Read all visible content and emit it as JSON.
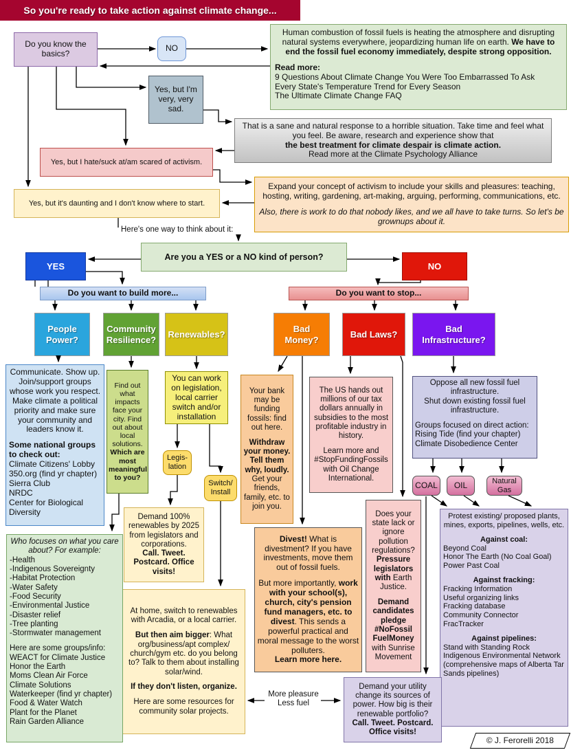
{
  "palette": {
    "banner_bg": "#a5052f",
    "yes_blue": "#1a55dd",
    "no_red": "#e0170a",
    "people_blue": "#2aa5dd",
    "community_green": "#61a234",
    "renewables_yellow": "#d6c217",
    "money_orange": "#f67d04",
    "laws_red": "#e0170a",
    "infra_purple": "#7a16ef",
    "light_green": "#dcead3",
    "light_blue": "#cfe2f3",
    "light_yellow": "#fff2cc",
    "light_orange": "#f9cb9c",
    "light_pink": "#f8cecc",
    "light_purple": "#d9d2e9",
    "lavender": "#cecee8",
    "pill_pink": "#d4709f"
  },
  "banner": {
    "text": "So you're ready to take action against climate change..."
  },
  "nodes": {
    "basics": {
      "text": "Do you know the\nbasics?"
    },
    "no_pill": {
      "text": "NO"
    },
    "intro": {
      "paras": [
        {
          "a": "c",
          "r": [
            {
              "t": "Human combustion of fossil fuels is heating the atmosphere and disrupting natural systems everywhere, jeopardizing human life on earth. "
            },
            {
              "t": "We have to end the fossil fuel economy immediately, despite strong opposition.",
              "b": 1
            }
          ]
        },
        {
          "sp": 1
        },
        {
          "a": "l",
          "r": [
            {
              "t": "Read more:",
              "b": 1
            }
          ]
        },
        {
          "a": "l",
          "r": [
            {
              "t": "9 Questions About Climate Change You Were Too Embarrassed To Ask"
            }
          ]
        },
        {
          "a": "l",
          "r": [
            {
              "t": "Every State's Temperature Trend for Every Season"
            }
          ]
        },
        {
          "a": "l",
          "r": [
            {
              "t": "The Ultimate Climate Change FAQ"
            }
          ]
        }
      ]
    },
    "sad": {
      "text": "Yes, but I'm\nvery, very\nsad."
    },
    "sane": {
      "paras": [
        {
          "a": "c",
          "r": [
            {
              "t": "That is a sane and natural response to a horrible situation. Take time and feel what you feel. Be aware, research and experience show that"
            }
          ]
        },
        {
          "a": "c",
          "r": [
            {
              "t": "the best treatment for climate despair is climate action.",
              "b": 1
            }
          ]
        },
        {
          "a": "c",
          "r": [
            {
              "t": "Read more at the Climate Psychology Alliance"
            }
          ]
        }
      ]
    },
    "activism": {
      "text": "Yes, but I hate/suck at/am scared of activism."
    },
    "daunting": {
      "text": "Yes, but it's daunting and I don't know where to start."
    },
    "expand": {
      "paras": [
        {
          "a": "c",
          "r": [
            {
              "t": "Expand your concept of activism to include your skills and pleasures: teaching, hosting, writing, gardening, art-making, arguing, performing, communications, etc."
            }
          ]
        },
        {
          "sp": 1
        },
        {
          "a": "c",
          "r": [
            {
              "t": "Also, there is work to do that nobody likes, and we all have to take turns. So let's be grownups about it.",
              "i": 1
            }
          ]
        }
      ]
    },
    "think": {
      "text": "Here's one way to think about it:"
    },
    "question": {
      "text": "Are you a YES or a NO kind of person?"
    },
    "yes": {
      "text": "YES"
    },
    "no_big": {
      "text": "NO"
    },
    "build_bar": {
      "text": "Do you want to build more..."
    },
    "stop_bar": {
      "text": "Do you want to stop..."
    },
    "people_hdr": {
      "text": "People\nPower?"
    },
    "community_hdr": {
      "text": "Community\nResilience?"
    },
    "renewables_hdr": {
      "text": "Renewables?"
    },
    "money_hdr": {
      "text": "Bad\nMoney?"
    },
    "laws_hdr": {
      "text": "Bad Laws?"
    },
    "infra_hdr": {
      "text": "Bad\nInfrastructure?"
    },
    "people_box": {
      "paras": [
        {
          "a": "c",
          "r": [
            {
              "t": "Communicate. Show up. Join/support groups whose work you respect. Make climate a political priority and make sure your community and leaders know it."
            }
          ]
        },
        {
          "sp": 1
        },
        {
          "a": "l",
          "r": [
            {
              "t": "Some national groups to check out:",
              "b": 1
            }
          ]
        },
        {
          "a": "l",
          "r": [
            {
              "t": "Climate Citizens' Lobby"
            }
          ]
        },
        {
          "a": "l",
          "r": [
            {
              "t": "350.org (find yr chapter)"
            }
          ]
        },
        {
          "a": "l",
          "r": [
            {
              "t": "Sierra Club"
            }
          ]
        },
        {
          "a": "l",
          "r": [
            {
              "t": "NRDC"
            }
          ]
        },
        {
          "a": "l",
          "r": [
            {
              "t": "Center for Biological Diversity"
            }
          ]
        }
      ]
    },
    "community_box": {
      "paras": [
        {
          "a": "c",
          "r": [
            {
              "t": "Find out what impacts face your city. Find out about local solutions. "
            },
            {
              "t": "Which are most meaningful to you?",
              "b": 1
            }
          ]
        }
      ]
    },
    "renewables_box": {
      "paras": [
        {
          "a": "c",
          "r": [
            {
              "t": "You can work on legislation, local carrier switch and/or installation"
            }
          ]
        }
      ]
    },
    "legislation_pill": {
      "text": "Legis-\nlation"
    },
    "switch_pill": {
      "text": "Switch/\nInstall"
    },
    "demand_box": {
      "paras": [
        {
          "a": "c",
          "r": [
            {
              "t": "Demand 100% renewables by 2025 from legislators and corporations."
            }
          ]
        },
        {
          "a": "c",
          "r": [
            {
              "t": "Call. Tweet. Postcard. Office visits!",
              "b": 1
            }
          ]
        }
      ]
    },
    "athome_box": {
      "paras": [
        {
          "a": "c",
          "r": [
            {
              "t": "At home, switch to renewables with Arcadia, or a local carrier."
            }
          ]
        },
        {
          "sp": 1
        },
        {
          "a": "c",
          "r": [
            {
              "t": "But then aim bigger",
              "b": 1
            },
            {
              "t": ": What org/business/apt complex/ church/gym etc. do you belong to? Talk to them about installing solar/wind."
            }
          ]
        },
        {
          "sp": 1
        },
        {
          "a": "c",
          "r": [
            {
              "t": "If they don't listen, organize.",
              "b": 1
            }
          ]
        },
        {
          "sp": 1
        },
        {
          "a": "c",
          "r": [
            {
              "t": "Here are some resources for community solar projects."
            }
          ]
        }
      ]
    },
    "bank_box": {
      "paras": [
        {
          "a": "c",
          "r": [
            {
              "t": "Your bank may be funding fossils: find out here."
            }
          ]
        },
        {
          "sp": 1
        },
        {
          "a": "c",
          "r": [
            {
              "t": "Withdraw your money. Tell them why, loudly.",
              "b": 1
            },
            {
              "t": " Get your friends, family, etc. to join you."
            }
          ]
        }
      ]
    },
    "us_box": {
      "paras": [
        {
          "a": "c",
          "r": [
            {
              "t": "The US hands out millions of  our tax dollars annually in subsidies to the most profitable industry in history."
            }
          ]
        },
        {
          "sp": 1
        },
        {
          "a": "c",
          "r": [
            {
              "t": "Learn more and #StopFundingFossils with Oil Change International."
            }
          ]
        }
      ]
    },
    "oppose_box": {
      "paras": [
        {
          "a": "c",
          "r": [
            {
              "t": "Oppose all new fossil fuel infrastructure."
            }
          ]
        },
        {
          "a": "c",
          "r": [
            {
              "t": "Shut down existing fossil fuel infrastructure."
            }
          ]
        },
        {
          "sp": 1
        },
        {
          "a": "l",
          "r": [
            {
              "t": "Groups focused on direct action:"
            }
          ]
        },
        {
          "a": "l",
          "r": [
            {
              "t": "Rising Tide (find your chapter)"
            }
          ]
        },
        {
          "a": "l",
          "r": [
            {
              "t": "Climate Disobedience Center"
            }
          ]
        }
      ]
    },
    "coal_pill": {
      "text": "COAL"
    },
    "oil_pill": {
      "text": "OIL"
    },
    "gas_pill": {
      "text": "Natural\nGas"
    },
    "state_box": {
      "paras": [
        {
          "a": "c",
          "r": [
            {
              "t": "Does your state lack or ignore pollution regulations? "
            },
            {
              "t": "Pressure legislators with",
              "b": 1
            },
            {
              "t": " Earth Justice."
            }
          ]
        },
        {
          "sp": 1
        },
        {
          "a": "c",
          "r": [
            {
              "t": "Demand candidates pledge #NoFossil FuelMoney",
              "b": 1
            },
            {
              "t": " with Sunrise Movement"
            }
          ]
        }
      ]
    },
    "divest_box": {
      "paras": [
        {
          "a": "c",
          "r": [
            {
              "t": "Divest!",
              "b": 1
            },
            {
              "t": " What is divestment? If you have investments, move them out of fossil fuels."
            }
          ]
        },
        {
          "sp": 1
        },
        {
          "a": "c",
          "r": [
            {
              "t": "But more importantly, "
            },
            {
              "t": "work with your school(s), church, city's pension fund managers, etc. to divest",
              "b": 1
            },
            {
              "t": ". This sends a powerful practical and moral message to the worst polluters."
            }
          ]
        },
        {
          "a": "c",
          "r": [
            {
              "t": "Learn more here.",
              "b": 1
            }
          ]
        }
      ]
    },
    "whofocus_box": {
      "paras": [
        {
          "a": "c",
          "r": [
            {
              "t": "Who focuses on what you care about? For example:",
              "i": 1
            }
          ]
        },
        {
          "a": "l",
          "r": [
            {
              "t": "-Health"
            }
          ]
        },
        {
          "a": "l",
          "r": [
            {
              "t": "-Indigenous Sovereignty"
            }
          ]
        },
        {
          "a": "l",
          "r": [
            {
              "t": "-Habitat Protection"
            }
          ]
        },
        {
          "a": "l",
          "r": [
            {
              "t": "-Water Safety"
            }
          ]
        },
        {
          "a": "l",
          "r": [
            {
              "t": "-Food Security"
            }
          ]
        },
        {
          "a": "l",
          "r": [
            {
              "t": "-Environmental Justice"
            }
          ]
        },
        {
          "a": "l",
          "r": [
            {
              "t": "-Disaster relief"
            }
          ]
        },
        {
          "a": "l",
          "r": [
            {
              "t": "-Tree planting"
            }
          ]
        },
        {
          "a": "l",
          "r": [
            {
              "t": "-Stormwater management"
            }
          ]
        },
        {
          "sp": 1
        },
        {
          "a": "l",
          "r": [
            {
              "t": " Here are some groups/info:"
            }
          ]
        },
        {
          "a": "l",
          "r": [
            {
              "t": "WEACT for Climate Justice"
            }
          ]
        },
        {
          "a": "l",
          "r": [
            {
              "t": "Honor the Earth"
            }
          ]
        },
        {
          "a": "l",
          "r": [
            {
              "t": "Moms Clean Air Force"
            }
          ]
        },
        {
          "a": "l",
          "r": [
            {
              "t": "Climate Solutions"
            }
          ]
        },
        {
          "a": "l",
          "r": [
            {
              "t": "Waterkeeper (find yr chapter)"
            }
          ]
        },
        {
          "a": "l",
          "r": [
            {
              "t": "Food & Water Watch"
            }
          ]
        },
        {
          "a": "l",
          "r": [
            {
              "t": "Plant for the Planet"
            }
          ]
        },
        {
          "a": "l",
          "r": [
            {
              "t": "Rain Garden Alliance"
            }
          ]
        }
      ]
    },
    "protest_box": {
      "paras": [
        {
          "a": "c",
          "r": [
            {
              "t": "Protest existing/ proposed plants, mines, exports, pipelines, wells, etc."
            }
          ]
        },
        {
          "sp": 1
        },
        {
          "a": "c",
          "r": [
            {
              "t": "Against coal:",
              "b": 1
            }
          ]
        },
        {
          "a": "l",
          "r": [
            {
              "t": "Beyond Coal"
            }
          ]
        },
        {
          "a": "l",
          "r": [
            {
              "t": "Honor The Earth (No Coal Goal)"
            }
          ]
        },
        {
          "a": "l",
          "r": [
            {
              "t": "Power Past Coal"
            }
          ]
        },
        {
          "sp": 1
        },
        {
          "a": "c",
          "r": [
            {
              "t": "Against fracking:",
              "b": 1
            }
          ]
        },
        {
          "a": "l",
          "r": [
            {
              "t": "Fracking Information"
            }
          ]
        },
        {
          "a": "l",
          "r": [
            {
              "t": "Useful organizing links"
            }
          ]
        },
        {
          "a": "l",
          "r": [
            {
              "t": "Fracking database"
            }
          ]
        },
        {
          "a": "l",
          "r": [
            {
              "t": "Community Connector"
            }
          ]
        },
        {
          "a": "l",
          "r": [
            {
              "t": "FracTracker"
            }
          ]
        },
        {
          "sp": 1
        },
        {
          "a": "c",
          "r": [
            {
              "t": "Against pipelines:",
              "b": 1
            }
          ]
        },
        {
          "a": "l",
          "r": [
            {
              "t": "Stand with Standing Rock"
            }
          ]
        },
        {
          "a": "l",
          "r": [
            {
              "t": "Indigenous Environmental Network (comprehensive maps of Alberta Tar Sands pipelines)"
            }
          ]
        }
      ]
    },
    "utility_box": {
      "paras": [
        {
          "a": "c",
          "r": [
            {
              "t": "Demand your utility change its sources of power. How big is their renewable portfolio?"
            }
          ]
        },
        {
          "a": "c",
          "r": [
            {
              "t": "Call. Tweet. Postcard. Office visits!",
              "b": 1
            }
          ]
        }
      ]
    },
    "pleasure_label": {
      "text": "More pleasure\nLess fuel"
    },
    "copyright": {
      "text": "© J. Ferorelli 2018"
    }
  }
}
